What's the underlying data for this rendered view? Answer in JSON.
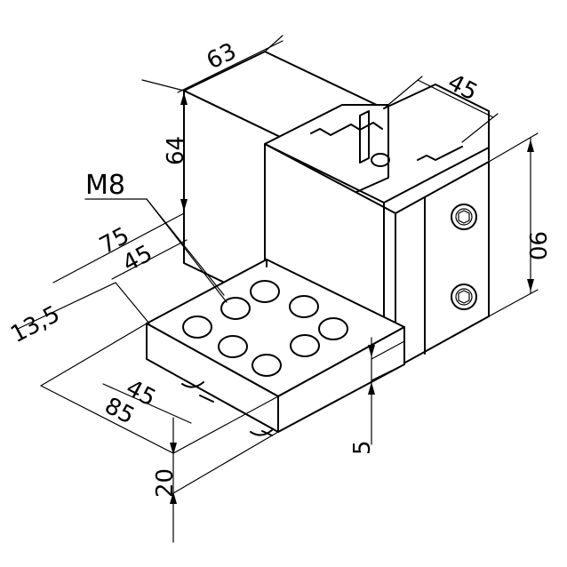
{
  "callout": {
    "thread": "M8"
  },
  "dimensions": {
    "d63": "63",
    "d64": "64",
    "d45_top": "45",
    "d90": "90",
    "d75": "75",
    "d45_upper": "45",
    "d13_5": "13,5",
    "d45_lower": "45",
    "d85": "85",
    "d20": "20",
    "d5": "5"
  }
}
